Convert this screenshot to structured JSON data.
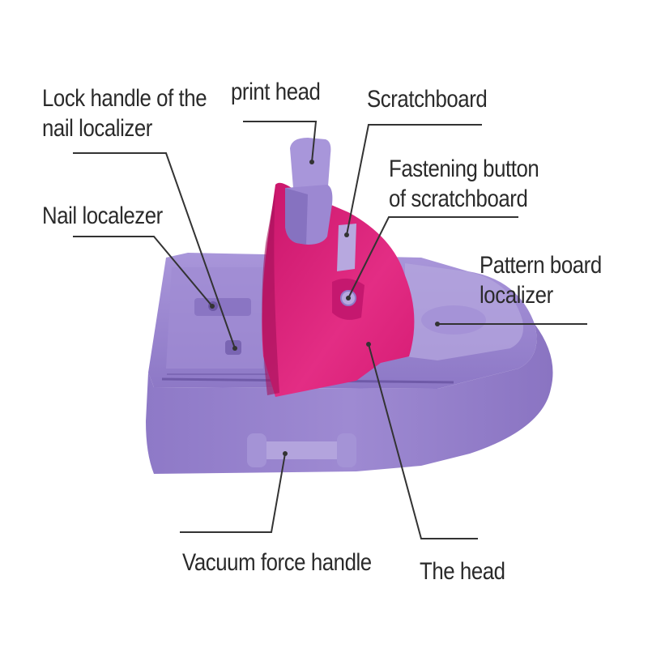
{
  "labels": {
    "lock_handle": [
      "Lock handle of the",
      "nail localizer"
    ],
    "nail_localizer": "Nail localezer",
    "print_head": "print head",
    "scratchboard": "Scratchboard",
    "fastening_button": [
      "Fastening button",
      "of scratchboard"
    ],
    "pattern_board_localizer": [
      "Pattern board",
      "localizer"
    ],
    "vacuum_force_handle": "Vacuum force handle",
    "the_head": "The head"
  },
  "colors": {
    "body_purple": "#9b86cf",
    "body_purple_light": "#b4a6de",
    "body_purple_dark": "#7d68b6",
    "head_magenta": "#e0237d",
    "head_magenta_dark": "#b3125f",
    "print_head_lilac": "#a592d8",
    "leader_line": "#333333",
    "text": "#2a2a2a",
    "background": "#ffffff"
  }
}
